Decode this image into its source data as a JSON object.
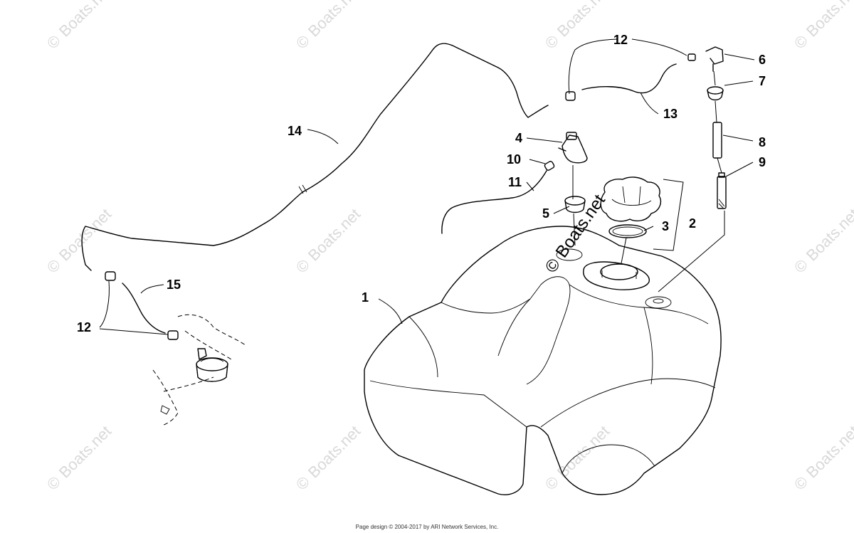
{
  "watermark_text": "Boats.net",
  "watermark_symbol": "©",
  "center_watermark": "Boats.net",
  "footer": "Page design © 2004-2017 by ARI Network Services, Inc.",
  "callouts": {
    "c1": "1",
    "c2": "2",
    "c3": "3",
    "c4": "4",
    "c5": "5",
    "c6": "6",
    "c7": "7",
    "c8": "8",
    "c9": "9",
    "c10": "10",
    "c11": "11",
    "c12a": "12",
    "c12b": "12",
    "c13": "13",
    "c14": "14",
    "c15": "15"
  }
}
